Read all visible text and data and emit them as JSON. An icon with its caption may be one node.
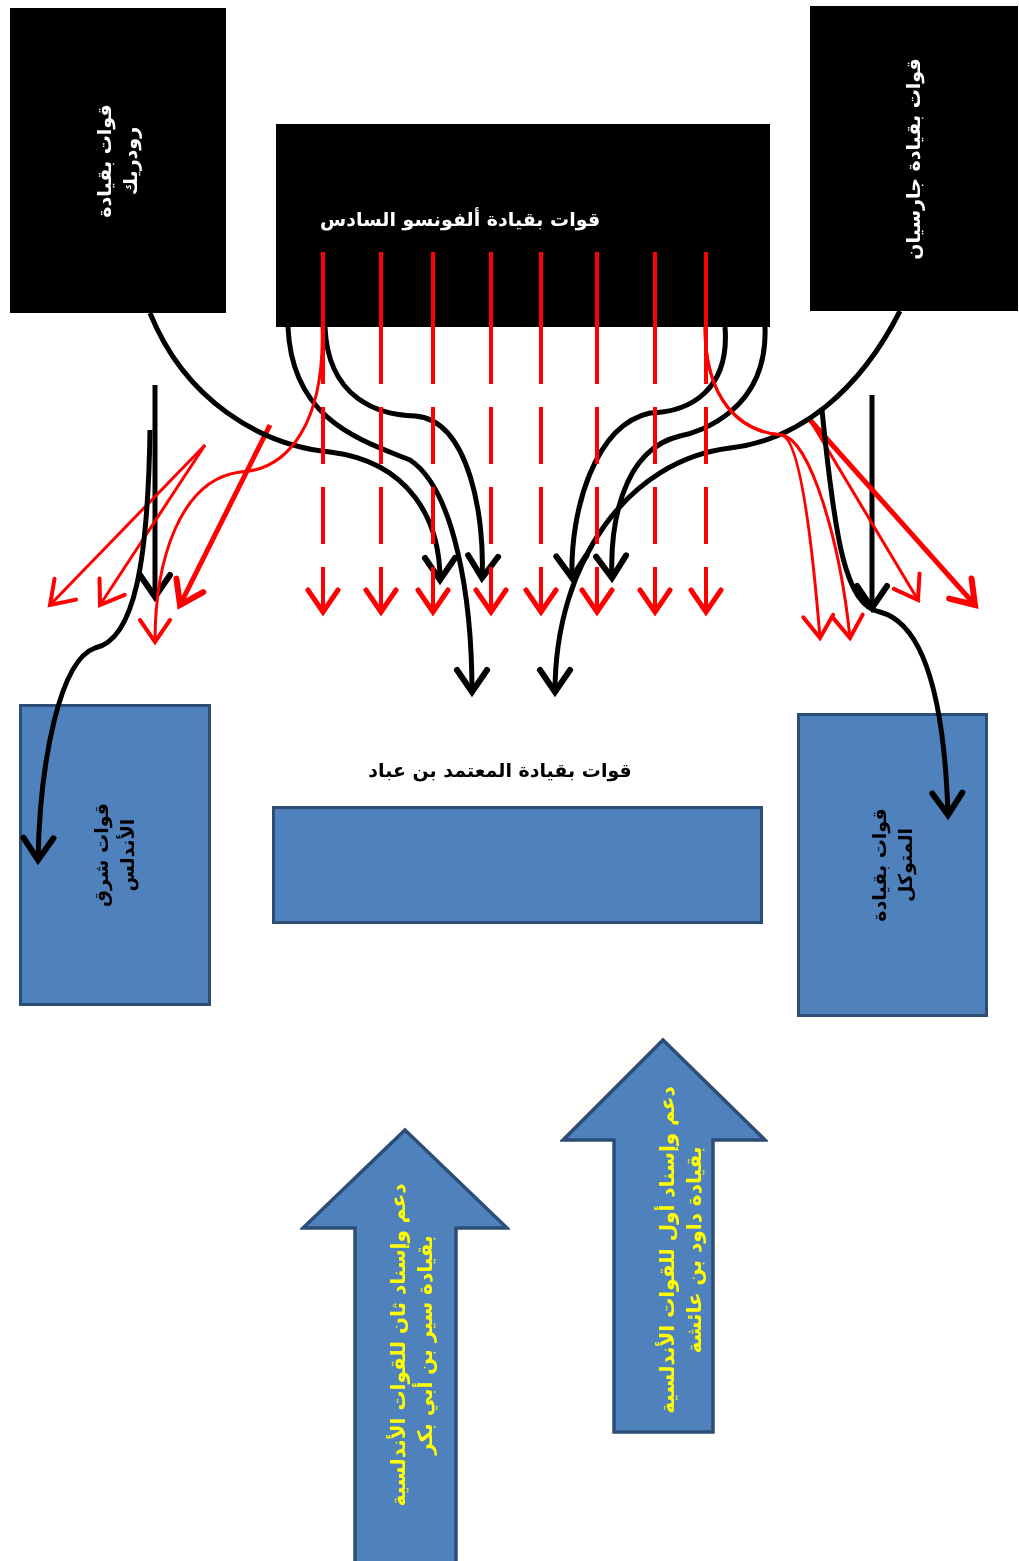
{
  "diagram": {
    "nodes": [
      {
        "text": [
          "قوات بقيادة رودريك"
        ]
      },
      {
        "text": [
          "قوات بقيادة ألفونسو السادس"
        ]
      },
      {
        "text": [
          "قوات بقيادة جارسيان"
        ]
      },
      {
        "text": [
          "قوات شرق الأندلس"
        ]
      },
      {
        "text": [
          "قوات بقيادة المعتمد بن عباد"
        ]
      },
      {
        "text": [
          "قوات بقيادة المتوكل"
        ]
      },
      {
        "text": [
          "دعم وإسناد أول للقوات الأندلسية بقيادة داود بن عائشة"
        ]
      },
      {
        "text": [
          "دعم وإسناد ثان للقوات الأندلسية بقيادة سير بن أبي بكر"
        ]
      }
    ],
    "edges": [
      {
        "from": 0,
        "to": null,
        "arrow": "to",
        "color": "#000000"
      },
      {
        "from": 1,
        "to": null,
        "arrow": "to",
        "color": "#000000"
      },
      {
        "from": 1,
        "to": null,
        "arrow": "to",
        "color": "#000000"
      },
      {
        "from": 2,
        "to": null,
        "arrow": "to",
        "color": "#000000"
      },
      {
        "from": 1,
        "to": null,
        "arrow": "to",
        "color": "#000000"
      },
      {
        "from": 1,
        "to": null,
        "arrow": "to",
        "color": "#000000"
      },
      {
        "from": null,
        "to": 3,
        "arrow": "to",
        "color": "#000000"
      },
      {
        "from": null,
        "to": 5,
        "arrow": "to",
        "color": "#000000"
      },
      {
        "from": 1,
        "to": null,
        "arrow": "to",
        "style": "dashed"
      },
      {
        "from": 1,
        "to": null,
        "arrow": "to",
        "style": "dashed"
      },
      {
        "from": 1,
        "to": null,
        "arrow": "to",
        "style": "dashed"
      },
      {
        "from": 1,
        "to": null,
        "arrow": "to",
        "style": "dashed"
      },
      {
        "from": 1,
        "to": null,
        "arrow": "to",
        "style": "dashed"
      },
      {
        "from": 1,
        "to": null,
        "arrow": "to",
        "style": "dashed"
      },
      {
        "from": 1,
        "to": null,
        "arrow": "to",
        "style": "dashed"
      },
      {
        "from": 1,
        "to": null,
        "arrow": "to",
        "style": "dashed"
      },
      {
        "from": 1,
        "to": null,
        "arrow": "to"
      },
      {
        "from": 1,
        "to": null,
        "arrow": "to"
      },
      {
        "from": 1,
        "to": null,
        "arrow": "to"
      }
    ]
  }
}
